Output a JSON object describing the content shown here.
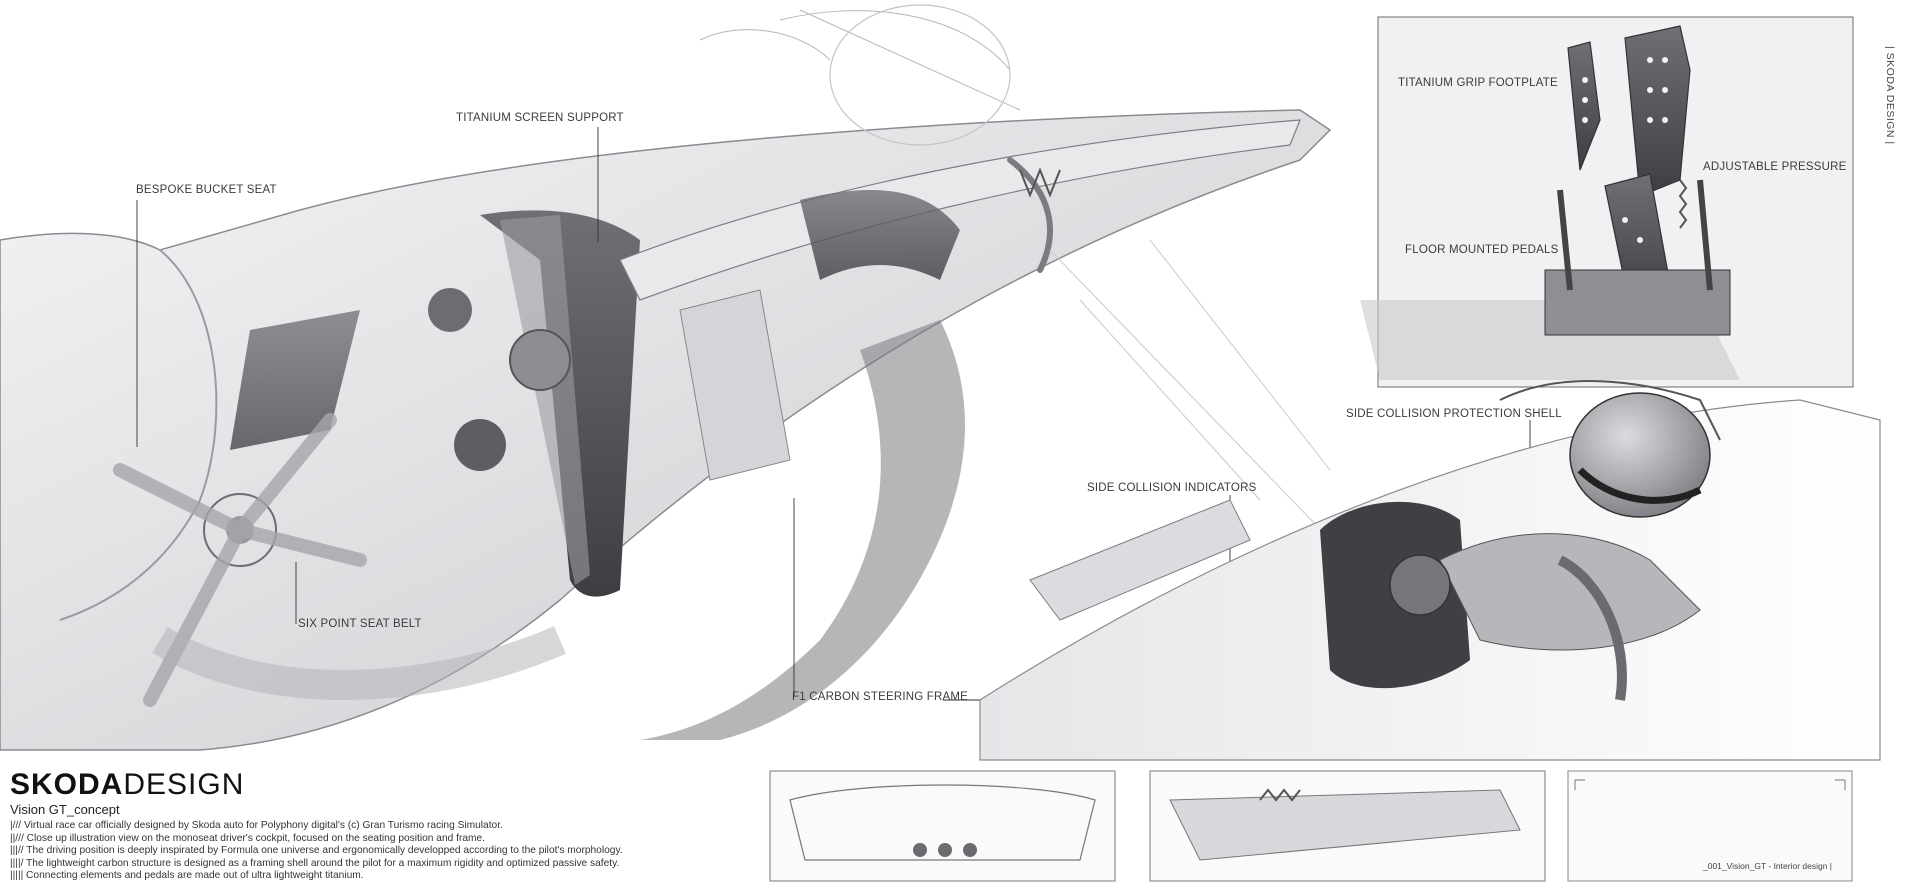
{
  "callouts": {
    "bucket_seat": "BESPOKE BUCKET SEAT",
    "screen_support": "TITANIUM SCREEN SUPPORT",
    "seat_belt": "SIX POINT SEAT BELT",
    "steering_frame": "F1 CARBON STEERING FRAME",
    "collision_indicators": "SIDE COLLISION INDICATORS",
    "collision_shell": "SIDE COLLISION PROTECTION SHELL",
    "grip_footplate": "TITANIUM GRIP FOOTPLATE",
    "adjustable_pressure": "ADJUSTABLE PRESSURE",
    "floor_pedals": "FLOOR MOUNTED PEDALS"
  },
  "brand": {
    "part1": "SKODA",
    "part2": "DESIGN"
  },
  "subtitle": "Vision GT_concept",
  "notes": [
    "|///  Virtual race car officially designed by Skoda auto for Polyphony digital's (c) Gran Turismo racing Simulator.",
    "||///  Close up illustration view on the monoseat driver's cockpit, focused on the seating position and frame.",
    "|||//  The driving position is deeply inspirated by Formula one universe and ergonomically developped according to the pilot's morphology.",
    "||||/  The lightweight carbon structure is designed as a framing shell around the pilot for a maximum rigidity and optimized passive safety.",
    "|||||  Connecting elements and pedals are made out of ultra lightweight titanium."
  ],
  "vertical_tag": "| SKODA DESIGN |",
  "page_tag": "_001_Vision_GT - Interior design |"
}
